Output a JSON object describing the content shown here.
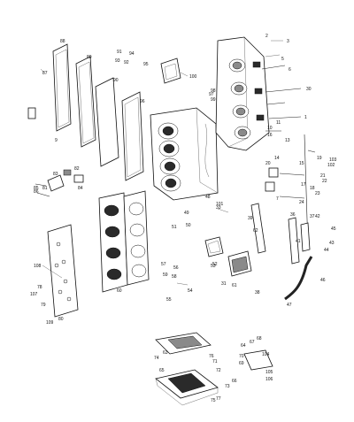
{
  "callouts": [
    {
      "id": "c1",
      "label": "1"
    },
    {
      "id": "c2",
      "label": "2"
    },
    {
      "id": "c3",
      "label": "3"
    },
    {
      "id": "c5",
      "label": "5"
    },
    {
      "id": "c6",
      "label": "6"
    },
    {
      "id": "c7",
      "label": "7"
    },
    {
      "id": "c9",
      "label": "9"
    },
    {
      "id": "c10",
      "label": "10"
    },
    {
      "id": "c11",
      "label": "11"
    },
    {
      "id": "c13",
      "label": "13"
    },
    {
      "id": "c14",
      "label": "14"
    },
    {
      "id": "c15",
      "label": "15"
    },
    {
      "id": "c16",
      "label": "16"
    },
    {
      "id": "c17",
      "label": "17"
    },
    {
      "id": "c18",
      "label": "18"
    },
    {
      "id": "c19",
      "label": "19"
    },
    {
      "id": "c20",
      "label": "20"
    },
    {
      "id": "c21",
      "label": "21"
    },
    {
      "id": "c22",
      "label": "22"
    },
    {
      "id": "c23",
      "label": "23"
    },
    {
      "id": "c24",
      "label": "24"
    },
    {
      "id": "c30",
      "label": "30"
    },
    {
      "id": "c31",
      "label": "31"
    },
    {
      "id": "c33",
      "label": "33"
    },
    {
      "id": "c36",
      "label": "36"
    },
    {
      "id": "c37",
      "label": "37"
    },
    {
      "id": "c38",
      "label": "38"
    },
    {
      "id": "c39",
      "label": "39"
    },
    {
      "id": "c41",
      "label": "41"
    },
    {
      "id": "c42",
      "label": "42"
    },
    {
      "id": "c43",
      "label": "43"
    },
    {
      "id": "c44",
      "label": "44"
    },
    {
      "id": "c45",
      "label": "45"
    },
    {
      "id": "c46",
      "label": "46"
    },
    {
      "id": "c47",
      "label": "47"
    },
    {
      "id": "c48",
      "label": "48"
    },
    {
      "id": "c49",
      "label": "49"
    },
    {
      "id": "c50",
      "label": "50"
    },
    {
      "id": "c51",
      "label": "51"
    },
    {
      "id": "c52",
      "label": "52"
    },
    {
      "id": "c53",
      "label": "53"
    },
    {
      "id": "c54",
      "label": "54"
    },
    {
      "id": "c55",
      "label": "55"
    },
    {
      "id": "c56",
      "label": "56"
    },
    {
      "id": "c57",
      "label": "57"
    },
    {
      "id": "c58",
      "label": "58"
    },
    {
      "id": "c59",
      "label": "59"
    },
    {
      "id": "c60",
      "label": "60"
    },
    {
      "id": "c61",
      "label": "61"
    },
    {
      "id": "c62",
      "label": "62"
    },
    {
      "id": "c63",
      "label": "63"
    },
    {
      "id": "c64",
      "label": "64"
    },
    {
      "id": "c65",
      "label": "65"
    },
    {
      "id": "c66",
      "label": "66"
    },
    {
      "id": "c67",
      "label": "67"
    },
    {
      "id": "c68",
      "label": "68"
    },
    {
      "id": "c69",
      "label": "69"
    },
    {
      "id": "c70",
      "label": "70"
    },
    {
      "id": "c71",
      "label": "71"
    },
    {
      "id": "c72",
      "label": "72"
    },
    {
      "id": "c73",
      "label": "73"
    },
    {
      "id": "c74",
      "label": "74"
    },
    {
      "id": "c75",
      "label": "75"
    },
    {
      "id": "c76",
      "label": "76"
    },
    {
      "id": "c77",
      "label": "77"
    },
    {
      "id": "c78",
      "label": "78"
    },
    {
      "id": "c79",
      "label": "79"
    },
    {
      "id": "c80",
      "label": "80"
    },
    {
      "id": "c81",
      "label": "81"
    },
    {
      "id": "c82",
      "label": "82"
    },
    {
      "id": "c83",
      "label": "83"
    },
    {
      "id": "c84",
      "label": "84"
    },
    {
      "id": "c85",
      "label": "85"
    },
    {
      "id": "c86",
      "label": "86"
    },
    {
      "id": "c87",
      "label": "87"
    },
    {
      "id": "c88",
      "label": "88"
    },
    {
      "id": "c89",
      "label": "89"
    },
    {
      "id": "c90",
      "label": "90"
    },
    {
      "id": "c91",
      "label": "91"
    },
    {
      "id": "c92",
      "label": "92"
    },
    {
      "id": "c93",
      "label": "93"
    },
    {
      "id": "c94",
      "label": "94"
    },
    {
      "id": "c95",
      "label": "95"
    },
    {
      "id": "c96",
      "label": "96"
    },
    {
      "id": "c97",
      "label": "97"
    },
    {
      "id": "c98",
      "label": "98"
    },
    {
      "id": "c99",
      "label": "99"
    },
    {
      "id": "c100",
      "label": "100"
    },
    {
      "id": "c101",
      "label": "101"
    },
    {
      "id": "c102",
      "label": "102"
    },
    {
      "id": "c103",
      "label": "103"
    },
    {
      "id": "c104",
      "label": "104"
    },
    {
      "id": "c105",
      "label": "105"
    },
    {
      "id": "c106",
      "label": "106"
    },
    {
      "id": "c107",
      "label": "107"
    },
    {
      "id": "c108",
      "label": "108"
    },
    {
      "id": "c109",
      "label": "109"
    }
  ],
  "colors": {
    "ink": "#111111",
    "paper": "#ffffff",
    "shade": "#8a8a8a"
  }
}
